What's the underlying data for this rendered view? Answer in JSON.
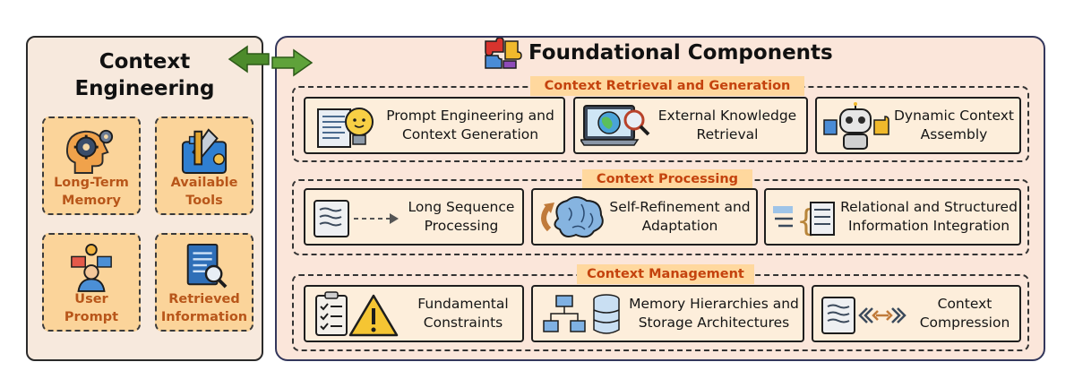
{
  "left_panel": {
    "title_line1": "Context",
    "title_line2": "Engineering",
    "cards": [
      {
        "line1": "Long-Term",
        "line2": "Memory",
        "icon": "head-gears-icon"
      },
      {
        "line1": "Available",
        "line2": "Tools",
        "icon": "tools-icon"
      },
      {
        "line1": "User",
        "line2": "Prompt",
        "icon": "user-icon"
      },
      {
        "line1": "Retrieved",
        "line2": "Information",
        "icon": "document-search-icon"
      }
    ]
  },
  "right_panel": {
    "title": "Foundational Components",
    "title_icon": "puzzle-icon",
    "sections": [
      {
        "label": "Context Retrieval and Generation",
        "items": [
          {
            "line1": "Prompt Engineering and",
            "line2": "Context Generation",
            "icon": "lightbulb-document-icon"
          },
          {
            "line1": "External Knowledge",
            "line2": "Retrieval",
            "icon": "laptop-globe-icon"
          },
          {
            "line1": "Dynamic Context",
            "line2": "Assembly",
            "icon": "robot-puzzle-icon"
          }
        ]
      },
      {
        "label": "Context Processing",
        "items": [
          {
            "line1": "Long Sequence",
            "line2": "Processing",
            "icon": "sequence-arrow-icon"
          },
          {
            "line1": "Self-Refinement and",
            "line2": "Adaptation",
            "icon": "brain-cycle-icon"
          },
          {
            "line1": "Relational and Structured",
            "line2": "Information Integration",
            "icon": "structured-braces-icon"
          }
        ]
      },
      {
        "label": "Context Management",
        "items": [
          {
            "line1": "Fundamental",
            "line2": "Constraints",
            "icon": "checklist-warning-icon"
          },
          {
            "line1": "Memory Hierarchies and",
            "line2": "Storage Architectures",
            "icon": "hierarchy-database-icon"
          },
          {
            "line1": "Context",
            "line2": "Compression",
            "icon": "compress-arrows-icon"
          }
        ]
      }
    ]
  },
  "colors": {
    "left_bg": "#f7e9dd",
    "right_bg": "#fbe6da",
    "card_bg": "#fbd49a",
    "card_text": "#b8561a",
    "section_label_text": "#c4430e",
    "arrow_green": "#4a8a2a"
  }
}
